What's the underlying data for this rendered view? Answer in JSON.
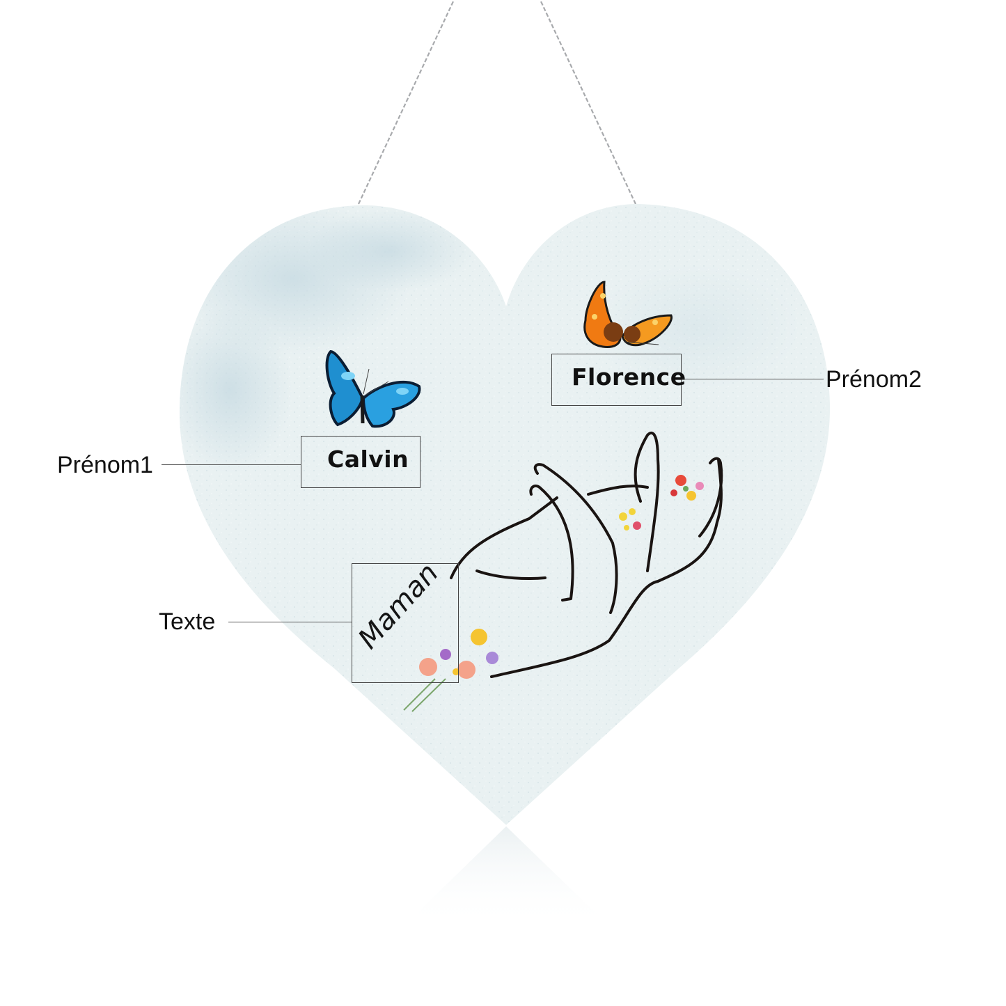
{
  "product": {
    "type": "heart-shaped hanging plaque",
    "background_color": "#e6eff1",
    "chain_color": "#a8aaad"
  },
  "fields": {
    "prenom1": {
      "label": "Prénom1",
      "value": "Calvin",
      "butterfly_color": "#1f8fd0"
    },
    "prenom2": {
      "label": "Prénom2",
      "value": "Florence",
      "butterfly_color": "#f07a12"
    },
    "texte": {
      "label": "Texte",
      "value": "Maman"
    }
  },
  "colors": {
    "label_text": "#111111",
    "leader_line": "#555555",
    "box_border": "#444444",
    "hand_outline": "#1a1412"
  }
}
